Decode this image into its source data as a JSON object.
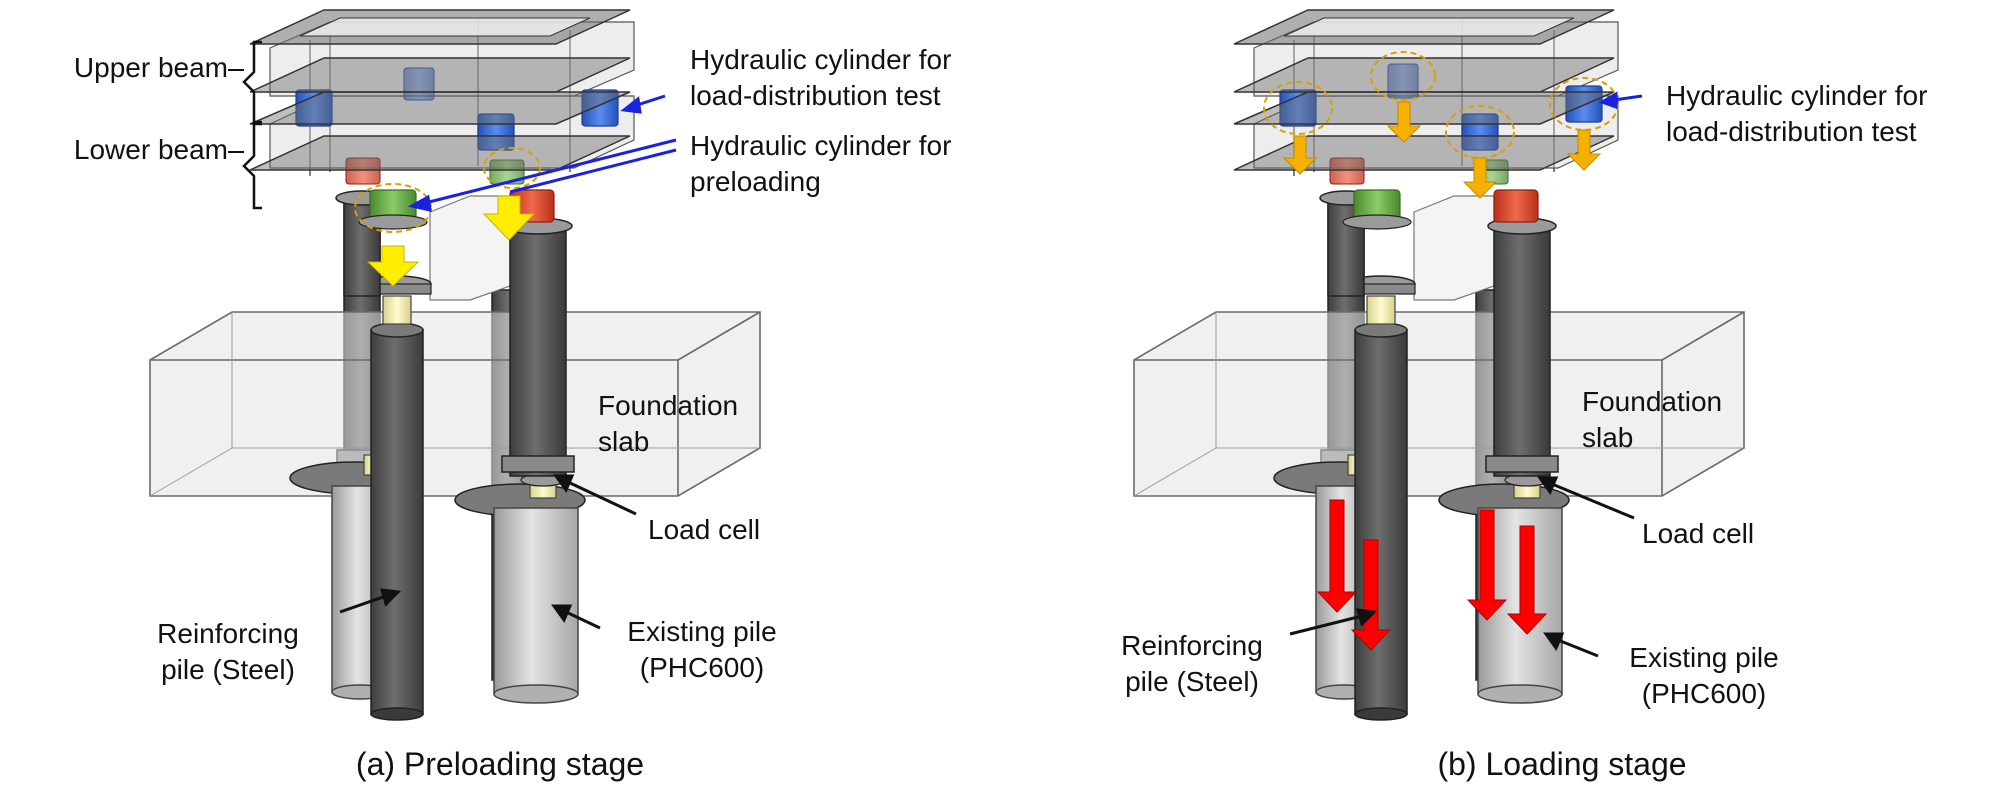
{
  "panel_a": {
    "caption": "(a)  Preloading  stage",
    "labels": {
      "upper_beam": "Upper beam",
      "lower_beam": "Lower beam",
      "cyl_load_line1": "Hydraulic cylinder for",
      "cyl_load_line2": "load-distribution  test",
      "cyl_pre_line1": "Hydraulic cylinder for",
      "cyl_pre_line2": "preloading",
      "slab_line1": "Foundation",
      "slab_line2": "slab",
      "load_cell": "Load cell",
      "reinf_line1": "Reinforcing",
      "reinf_line2": "pile (Steel)",
      "exist_line1": "Existing pile",
      "exist_line2": "(PHC600)"
    }
  },
  "panel_b": {
    "caption": "(b)  Loading  stage",
    "labels": {
      "cyl_load_line1": "Hydraulic cylinder for",
      "cyl_load_line2": "load-distribution test",
      "slab_line1": "Foundation",
      "slab_line2": "slab",
      "load_cell": "Load cell",
      "reinf_line1": "Reinforcing",
      "reinf_line2": "pile (Steel)",
      "exist_line1": "Existing pile",
      "exist_line2": "(PHC600)"
    }
  },
  "colors": {
    "blue_cylinder": "#3a6fd8",
    "green_cylinder": "#6cab4a",
    "red_cylinder": "#e0442a",
    "yellow_arrow": "#ffee00",
    "orange_arrow": "#f5b000",
    "red_arrow": "#ff0000",
    "leader_blue": "#1a22e0",
    "pile_dark": "#555555",
    "pile_light": "#c9c9c9",
    "load_cell": "#f3eea8"
  }
}
